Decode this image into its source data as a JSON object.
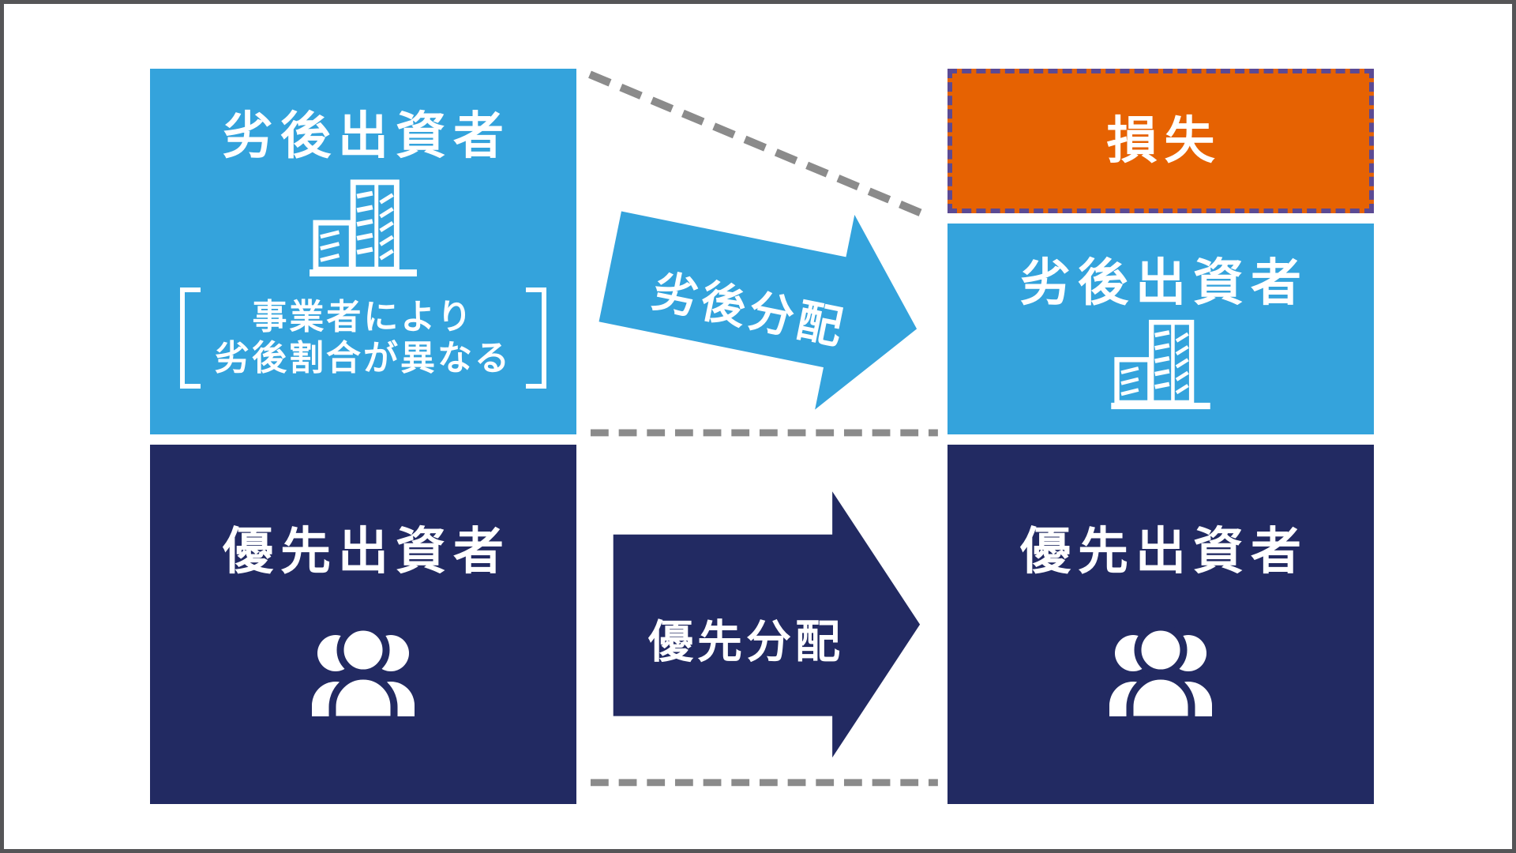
{
  "colors": {
    "lightblue": "#34a3dc",
    "navy": "#222a62",
    "orange": "#e66202",
    "purple": "#5b4a94",
    "gray": "#8b8b8b",
    "frame": "#555557",
    "white": "#ffffff"
  },
  "left_column": {
    "subordinated_box": {
      "title": "劣後出資者",
      "icon": "building-icon",
      "note": {
        "line1": "事業者により",
        "line2": "劣後割合が異なる"
      }
    },
    "priority_box": {
      "title": "優先出資者",
      "icon": "people-icon"
    }
  },
  "center": {
    "subordinated_arrow_label": "劣後分配",
    "priority_arrow_label": "優先分配"
  },
  "right_column": {
    "loss_box": {
      "title": "損失"
    },
    "subordinated_box": {
      "title": "劣後出資者",
      "icon": "building-icon"
    },
    "priority_box": {
      "title": "優先出資者",
      "icon": "people-icon"
    }
  }
}
